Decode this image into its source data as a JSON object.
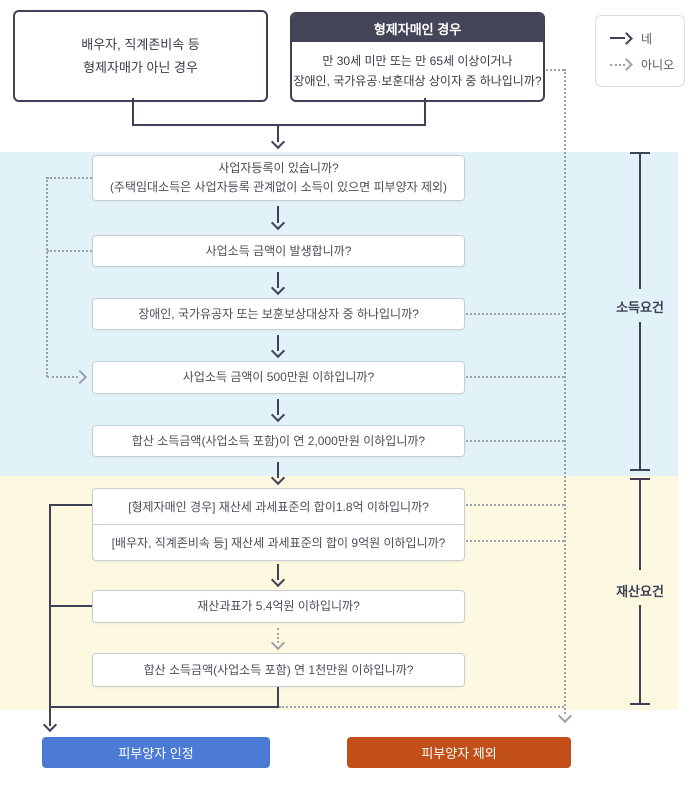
{
  "legend": {
    "yes": "네",
    "no": "아니오"
  },
  "top": {
    "non_sibling_box": {
      "line1": "배우자, 직계존비속 등",
      "line2": "형제자매가 아닌 경우"
    },
    "sibling_box": {
      "header": "형제자매인 경우",
      "line1": "만 30세 미만 또는 만 65세 이상이거나",
      "line2": "장애인, 국가유공·보훈대상 상이자 중 하나입니까?"
    }
  },
  "income_section": {
    "label": "소득요건",
    "q1_line1": "사업자등록이 있습니까?",
    "q1_line2": "(주택임대소득은 사업자등록 관계없이 소득이 있으면 피부양자 제외)",
    "q2": "사업소득 금액이 발생합니까?",
    "q3": "장애인, 국가유공자 또는 보훈보상대상자 중 하나입니까?",
    "q4": "사업소득 금액이 500만원 이하입니까?",
    "q5": "합산 소득금액(사업소득 포함)이 연 2,000만원 이하입니까?"
  },
  "property_section": {
    "label": "재산요건",
    "q6": "[형제자매인 경우] 재산세 과세표준의 합이1.8억 이하입니까?",
    "q7": "[배우자, 직계존비속 등] 재산세 과세표준의 합이 9억원 이하입니까?",
    "q8": "재산과표가 5.4억원 이하입니까?",
    "q9": "합산 소득금액(사업소득 포함) 연 1천만원 이하입니까?"
  },
  "results": {
    "approved": "피부양자 인정",
    "excluded": "피부양자 제외"
  },
  "colors": {
    "income_bg": "#e1f3f8",
    "property_bg": "#fdf8e0",
    "approved_bg": "#4b7bd5",
    "excluded_bg": "#c24e18",
    "header_bg": "#444558",
    "line_dark": "#3f4156",
    "line_dotted": "#9ca1ab"
  }
}
